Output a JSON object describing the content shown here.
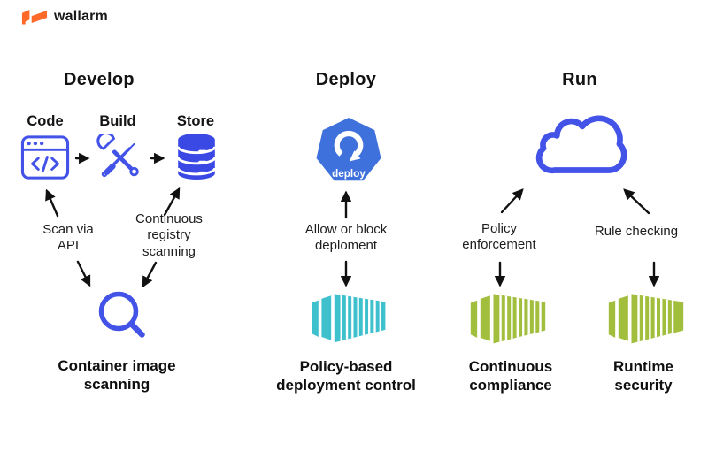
{
  "brand": {
    "logo_text": "wallarm",
    "logo_color": "#FF6A2B"
  },
  "develop": {
    "title": "Develop",
    "steps": [
      {
        "label": "Code",
        "icon": "code-window-icon"
      },
      {
        "label": "Build",
        "icon": "tools-icon"
      },
      {
        "label": "Store",
        "icon": "database-icon"
      }
    ],
    "note_scan": "Scan via\nAPI",
    "note_registry": "Continuous\nregistry\nscanning",
    "result": "Container image\nscanning",
    "result_icon": "magnifier-icon"
  },
  "deploy": {
    "title": "Deploy",
    "icon_label": "deploy",
    "note": "Allow or block\ndeploment",
    "result": "Policy-based\ndeployment control"
  },
  "run": {
    "title": "Run",
    "note_policy": "Policy\nenforcement",
    "note_rule": "Rule checking",
    "result_compliance": "Continuous\ncompliance",
    "result_runtime": "Runtime\nsecurity"
  },
  "colors": {
    "icon_blue": "#4353E8",
    "kubernetes_blue": "#3E71DC",
    "container_teal": "#3FC0CD",
    "container_green": "#A2BE3D",
    "arrow_black": "#111111",
    "brand_orange": "#FF6A2B"
  }
}
